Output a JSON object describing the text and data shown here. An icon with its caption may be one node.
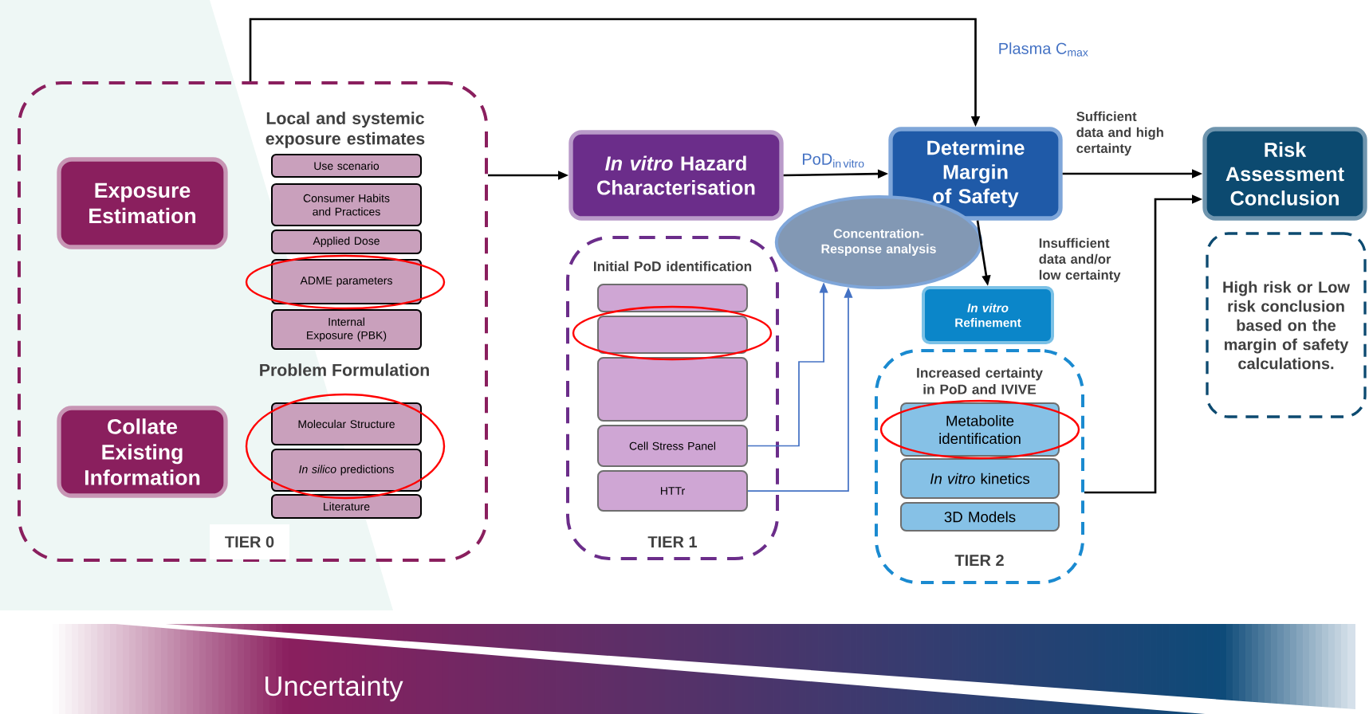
{
  "diagram": {
    "nodes": [
      {
        "text": [
          "TIER 0"
        ]
      },
      {
        "text": [
          "Exposure Estimation"
        ],
        "in": 0
      },
      {
        "text": [
          "Collate Existing Information"
        ],
        "in": 0
      },
      {
        "text": [
          "Use scenario"
        ],
        "in": 0
      },
      {
        "text": [
          "Consumer Habits and Practices"
        ],
        "in": 0
      },
      {
        "text": [
          "Applied Dose"
        ],
        "in": 0
      },
      {
        "text": [
          "ADME parameters"
        ],
        "in": 0
      },
      {
        "text": [
          "Internal Exposure (PBK)"
        ],
        "in": 0
      },
      {
        "text": [
          "Molecular Structure"
        ],
        "in": 0
      },
      {
        "text": [
          "*In silico* predictions"
        ],
        "in": 0
      },
      {
        "text": [
          "Literature"
        ],
        "in": 0
      },
      {
        "text": [
          "*In vitro* Hazard Characterisation"
        ]
      },
      {
        "text": [
          "Initial PoD identification",
          "TIER 1"
        ]
      },
      {
        "text": [],
        "shape": "box",
        "in": 12
      },
      {
        "text": [],
        "shape": "box",
        "in": 12
      },
      {
        "text": [],
        "shape": "box",
        "in": 12
      },
      {
        "text": [
          "Cell Stress Panel"
        ],
        "in": 12
      },
      {
        "text": [
          "HTTr"
        ],
        "in": 12
      },
      {
        "text": [
          "Determine Margin of Safety"
        ]
      },
      {
        "text": [
          "Concentration-Response analysis"
        ]
      },
      {
        "text": [
          "*In vitro* Refinement"
        ]
      },
      {
        "text": [
          "Increased certainty in PoD and IVIVE",
          "TIER 2"
        ]
      },
      {
        "text": [
          "Metabolite identification"
        ],
        "in": 21
      },
      {
        "text": [
          "*In vitro* kinetics"
        ],
        "in": 21
      },
      {
        "text": [
          "3D Models"
        ],
        "in": 21
      },
      {
        "text": [
          "Risk Assessment Conclusion"
        ]
      },
      {
        "text": [
          "High risk or Low risk conclusion based on the margin of safety calculations."
        ]
      }
    ],
    "edges": [
      {
        "from": 0,
        "to": 18,
        "arrow": "to",
        "label": "Plasma C$_{max}$"
      },
      {
        "from": 0,
        "to": 11,
        "arrow": "to"
      },
      {
        "from": 11,
        "to": 18,
        "arrow": "to",
        "label": "\\mathrm{PoD}_{\\mathrm{in\\,vitro}}"
      },
      {
        "from": 18,
        "to": 25,
        "arrow": "to",
        "label": "Sufficient data and high certainty"
      },
      {
        "from": 18,
        "to": 20,
        "arrow": "to",
        "label": "Insufficient data and/or low certainty"
      },
      {
        "from": 16,
        "to": 19,
        "arrow": "to",
        "color": "#4472c4"
      },
      {
        "from": 17,
        "to": 19,
        "arrow": "to",
        "color": "#4472c4"
      },
      {
        "from": 21,
        "to": 25,
        "arrow": "to"
      }
    ],
    "labels": [
      "Local and systemic exposure estimates",
      "Problem Formulation",
      "Uncertainty"
    ]
  }
}
